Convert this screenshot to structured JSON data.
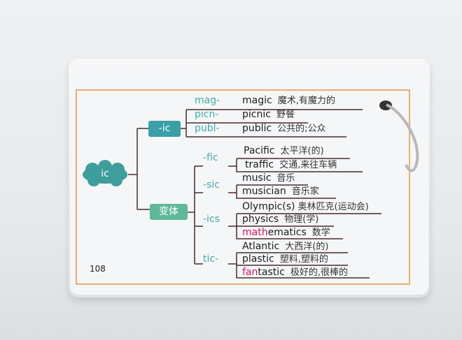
{
  "card": {
    "page_number": "108",
    "root": "ic",
    "branches": {
      "ic_label": "-ic",
      "variant_label": "变体"
    },
    "prefixes": {
      "mag": "mag-",
      "picn": "picn-",
      "publ": "publ-",
      "fic": "-fic",
      "sic": "-sic",
      "ics": "-ics",
      "tic": "tic-"
    },
    "words": [
      {
        "word": "magic",
        "meaning": "魔术,有魔力的"
      },
      {
        "word": "picnic",
        "meaning": "野餐"
      },
      {
        "word": "public",
        "meaning": "公共的;公众"
      },
      {
        "word": "Pacific",
        "meaning": "太平洋(的)"
      },
      {
        "word": "traffic",
        "meaning": "交通,来往车辆"
      },
      {
        "word": "music",
        "meaning": "音乐"
      },
      {
        "word": "musician",
        "meaning": "音乐家"
      },
      {
        "word": "Olympic(s)",
        "meaning": "奥林匹克(运动会)"
      },
      {
        "word": "physics",
        "meaning": "物理(学)"
      },
      {
        "word_highlight": "math",
        "word_rest": "ematics",
        "meaning": "数学"
      },
      {
        "word": "Atlantic",
        "meaning": "大西洋(的)"
      },
      {
        "word": "plastic",
        "meaning": "塑料,塑料的"
      },
      {
        "word_highlight": "fan",
        "word_rest": "tastic",
        "meaning": "极好的,很棒的"
      }
    ]
  },
  "colors": {
    "teal": "#45aaa8",
    "green": "#5fb89a",
    "highlight": "#d0155c",
    "border": "#e8b070"
  }
}
